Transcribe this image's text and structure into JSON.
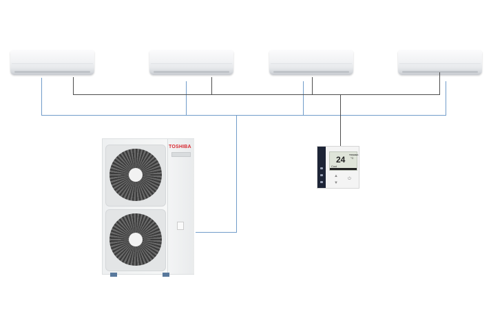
{
  "diagram": {
    "title": "Multi split air conditioning system",
    "indoor_units": [
      {
        "id": "indoor-unit-1",
        "type": "wall-mounted"
      },
      {
        "id": "indoor-unit-2",
        "type": "wall-mounted"
      },
      {
        "id": "indoor-unit-3",
        "type": "wall-mounted"
      },
      {
        "id": "indoor-unit-4",
        "type": "wall-mounted"
      }
    ],
    "outdoor_unit": {
      "brand": "TOSHIBA",
      "fans": 2
    },
    "remote_controller": {
      "brand": "TOSHIBA",
      "temperature": "24",
      "unit": "°C",
      "mode": "Cool"
    },
    "connections": {
      "refrigerant_pipe_color": "#6f9bc9",
      "control_wire_color": "#4a4a4a"
    }
  }
}
